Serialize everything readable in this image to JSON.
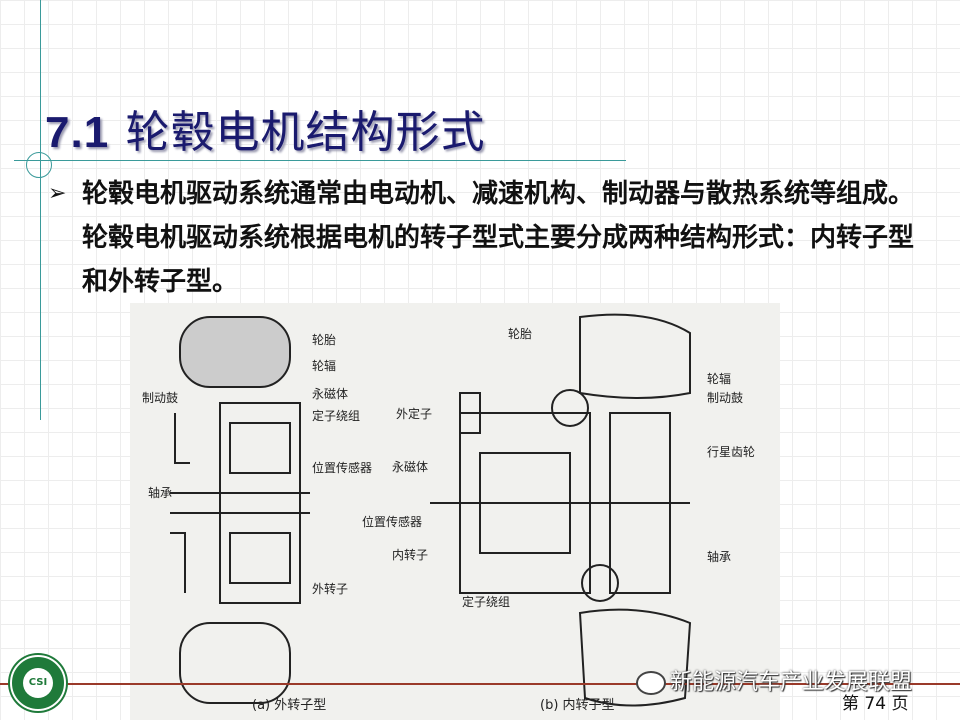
{
  "slide": {
    "title_number": "7.1",
    "title_text": "轮毂电机结构形式",
    "bullet": "轮毂电机驱动系统通常由电动机、减速机构、制动器与散热系统等组成。轮毂电机驱动系统根据电机的转子型式主要分成两种结构形式：内转子型和外转子型。",
    "bullet_icon": "arrow-bullet-icon"
  },
  "figure": {
    "left_labels": {
      "tire": "轮胎",
      "spoke": "轮辐",
      "magnet": "永磁体",
      "winding": "定子绕组",
      "brake": "制动鼓",
      "sensor": "位置传感器",
      "bearing": "轴承",
      "outer_rotor": "外转子"
    },
    "right_labels": {
      "tire": "轮胎",
      "outer_stator": "外定子",
      "magnet": "永磁体",
      "sensor": "位置传感器",
      "inner_rotor": "内转子",
      "winding": "定子绕组",
      "spoke": "轮辐",
      "brake": "制动鼓",
      "planet_gear": "行星齿轮",
      "bearing": "轴承"
    },
    "caption_a": "(a) 外转子型",
    "caption_b": "(b) 内转子型"
  },
  "footer": {
    "watermark": "新能源汽车产业发展联盟",
    "page": "第 74 页",
    "logo_text": "CSI"
  }
}
